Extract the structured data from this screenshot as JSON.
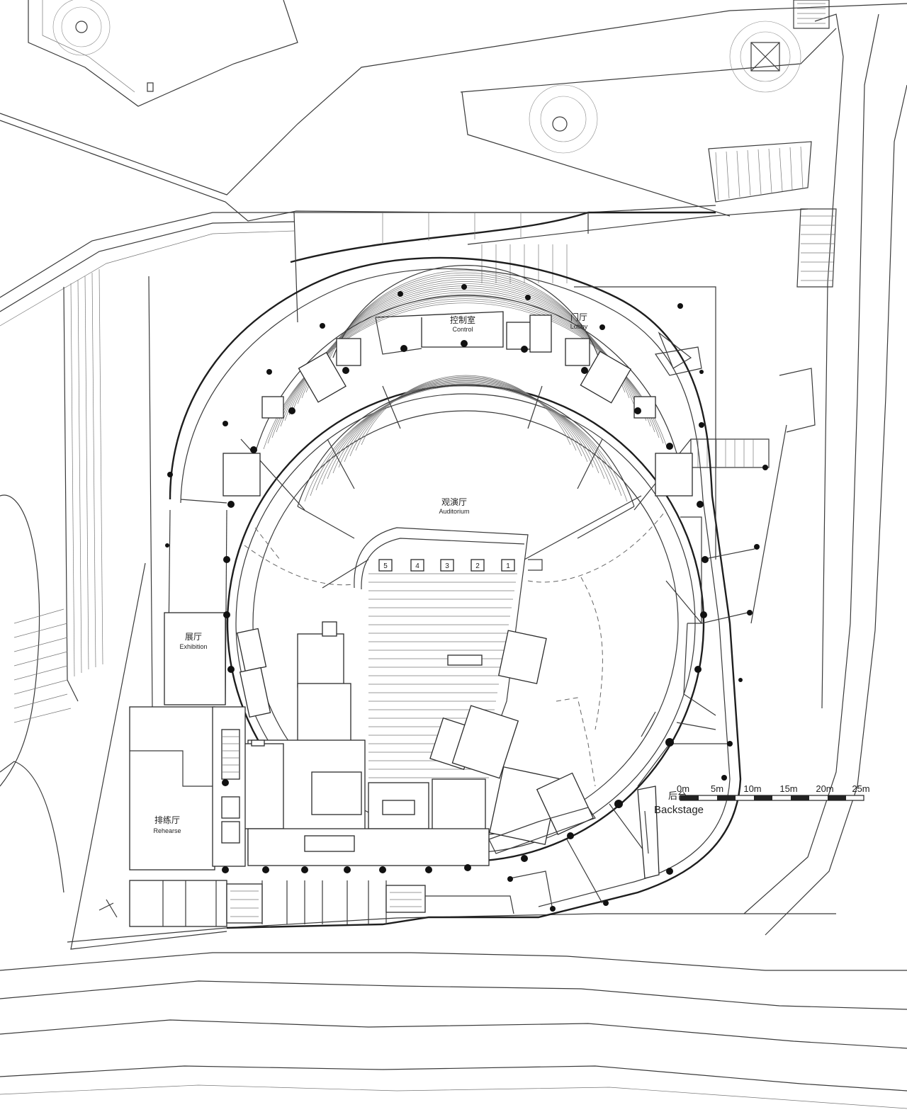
{
  "rooms": {
    "control": {
      "zh": "控制室",
      "en": "Control"
    },
    "lobby": {
      "zh": "门厅",
      "en": "Lobby"
    },
    "auditorium": {
      "zh": "观演厅",
      "en": "Auditorium"
    },
    "exhibition": {
      "zh": "展厅",
      "en": "Exhibition"
    },
    "rehearse": {
      "zh": "排练厅",
      "en": "Rehearse"
    },
    "backstage": {
      "zh": "后台",
      "en": "Backstage"
    }
  },
  "stage_lifts": [
    "5",
    "4",
    "3",
    "2",
    "1"
  ],
  "scale_bar": {
    "labels": [
      "0m",
      "5m",
      "10m",
      "15m",
      "20m",
      "25m"
    ],
    "max_m": 25
  },
  "colors": {
    "line": "#2b2b2b",
    "background": "#ffffff"
  }
}
